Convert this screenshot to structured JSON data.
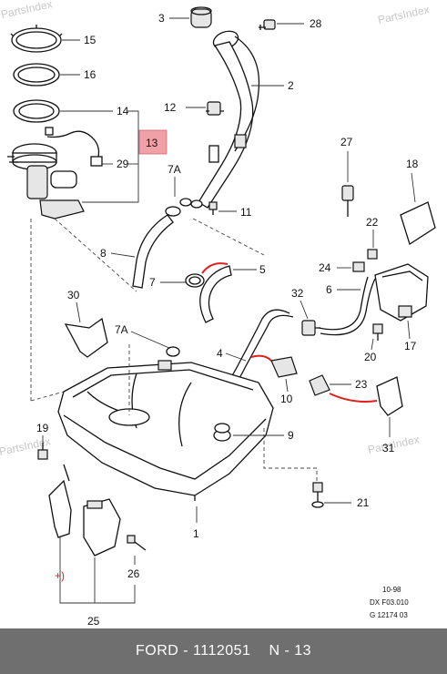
{
  "watermark": "PartsIndex",
  "callouts": {
    "c1": "1",
    "c2": "2",
    "c3": "3",
    "c4": "4",
    "c5": "5",
    "c6": "6",
    "c7": "7",
    "c7a_top": "7A",
    "c7a_mid": "7A",
    "c8": "8",
    "c9": "9",
    "c10": "10",
    "c11": "11",
    "c12": "12",
    "c13": "13",
    "c14": "14",
    "c15": "15",
    "c16": "16",
    "c17": "17",
    "c18": "18",
    "c19": "19",
    "c20": "20",
    "c21": "21",
    "c22": "22",
    "c23": "23",
    "c24": "24",
    "c25": "25",
    "c26": "26",
    "c27": "27",
    "c28": "28",
    "c29": "29",
    "c30": "30",
    "c31": "31",
    "c32": "32",
    "plus": "+)"
  },
  "codes": {
    "date": "10-98",
    "ref": "DX F03.010",
    "num": "G 12174 03"
  },
  "footer": {
    "brand": "FORD - 1112051",
    "page": "N - 13"
  },
  "colors": {
    "highlight": "#f2a0a8",
    "accent_red": "#e0201c",
    "footer_bg": "#6f6f6f"
  }
}
